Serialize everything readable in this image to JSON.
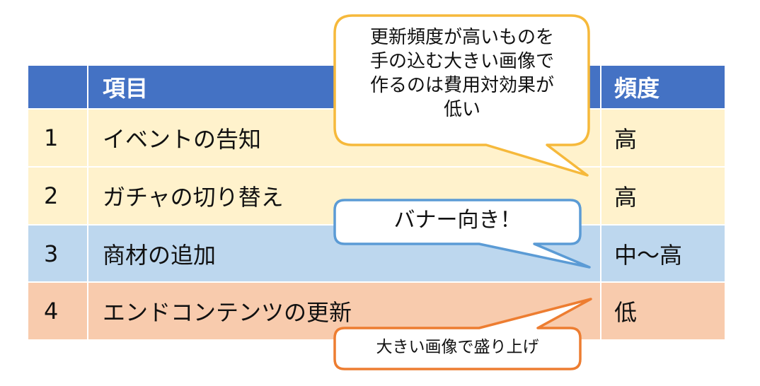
{
  "table": {
    "headers": [
      "",
      "項目",
      "頻度"
    ],
    "rows": [
      {
        "num": "1",
        "item": "イベントの告知",
        "freq": "高",
        "color": "#FFF2CC"
      },
      {
        "num": "2",
        "item": "ガチャの切り替え",
        "freq": "高",
        "color": "#FFF2CC"
      },
      {
        "num": "3",
        "item": "商材の追加",
        "freq": "中〜高",
        "color": "#BDD7EE"
      },
      {
        "num": "4",
        "item": "エンドコンテンツの更新",
        "freq": "低",
        "color": "#F8CBAD"
      }
    ],
    "header_color": "#4472C4"
  },
  "callouts": {
    "high_freq": {
      "lines": [
        "更新頻度が高いものを",
        "手の込む大きい画像で",
        "作るのは費用対効果が",
        "低い"
      ],
      "border": "#F6B93B"
    },
    "banner": {
      "text": "バナー向き！",
      "border": "#5B9BD5"
    },
    "big_image": {
      "text": "大きい画像で盛り上げ",
      "border": "#ED7D31"
    }
  }
}
